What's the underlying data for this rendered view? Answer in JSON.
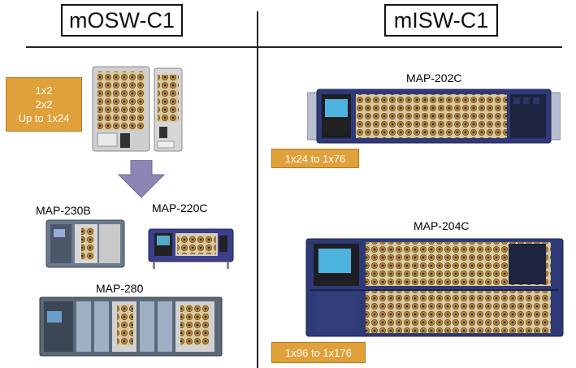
{
  "left": {
    "title": "mOSW-C1",
    "config_lines": [
      "1x2",
      "2x2",
      "Up to 1x24"
    ],
    "products": {
      "map230b": "MAP-230B",
      "map220c": "MAP-220C",
      "map280": "MAP-280"
    }
  },
  "right": {
    "title": "mISW-C1",
    "products": {
      "map202c": "MAP-202C",
      "map204c": "MAP-204C"
    },
    "range_202c": "1x24 to 1x76",
    "range_204c": "1x96 to 1x176"
  },
  "colors": {
    "accent_orange": "#e0a03a",
    "chassis_navy": "#2e3a78",
    "connector_gold": "#c8a46a"
  }
}
